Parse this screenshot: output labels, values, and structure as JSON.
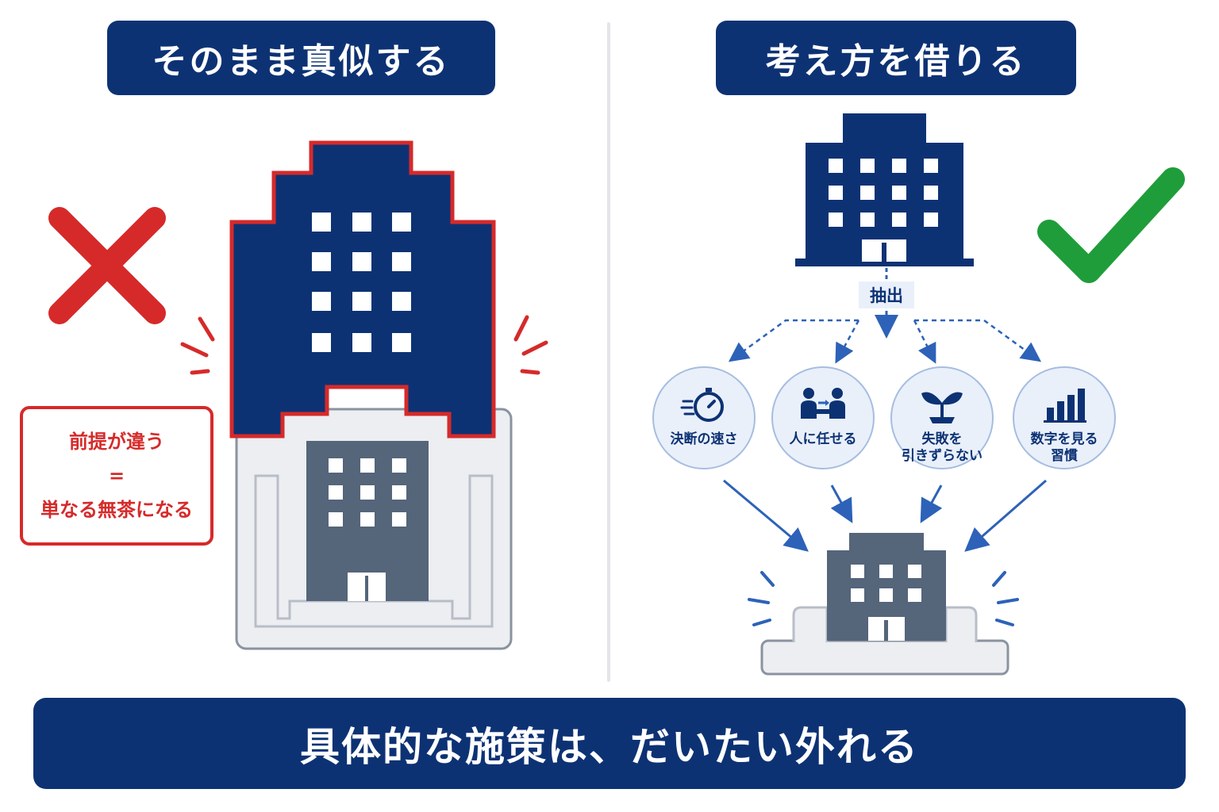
{
  "left_panel": {
    "heading": "そのまま真似する",
    "warning_lines": [
      "前提が違う",
      "=",
      "単なる無茶になる"
    ],
    "verdict_icon": "cross-mark-icon"
  },
  "right_panel": {
    "heading": "考え方を借りる",
    "extract_label": "抽出",
    "verdict_icon": "check-mark-icon",
    "principles": [
      {
        "label": "決断の速さ",
        "icon": "stopwatch-icon"
      },
      {
        "label": "人に任せる",
        "icon": "delegate-people-icon"
      },
      {
        "label": "失敗を\n引きずらない",
        "icon": "sprout-icon"
      },
      {
        "label": "数字を見る\n習慣",
        "icon": "bar-chart-icon"
      }
    ]
  },
  "bottom_banner": "具体的な施策は、だいたい外れる",
  "colors": {
    "navy": "#0d3274",
    "red": "#d62a2a",
    "green": "#1f9d3a",
    "gray_building": "#55657a",
    "blue_arrow": "#2d62b8"
  }
}
